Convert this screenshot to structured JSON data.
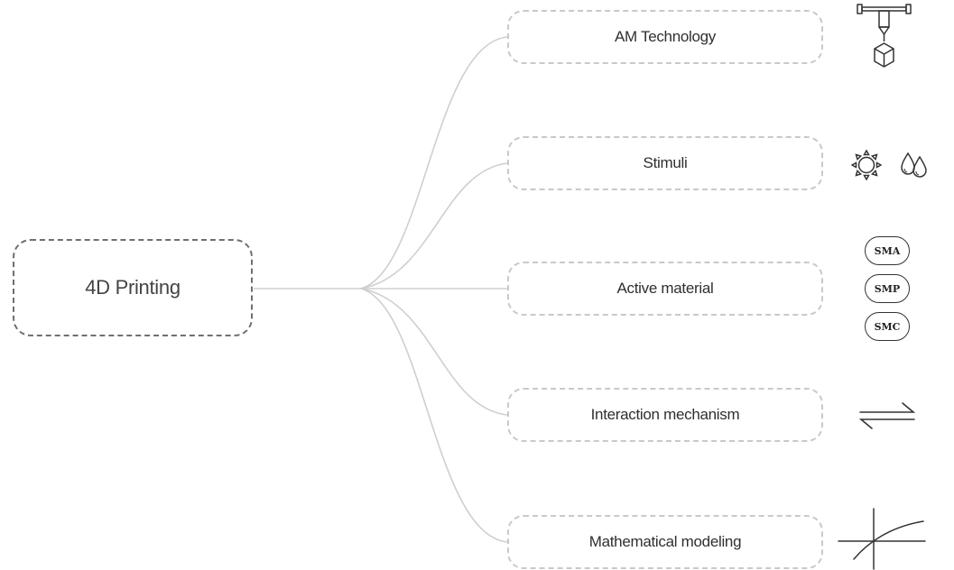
{
  "root": {
    "label": "4D Printing"
  },
  "branches": [
    {
      "label": "AM Technology",
      "icon": "3d-printer-nozzle-icon"
    },
    {
      "label": "Stimuli",
      "icons": [
        "sun-icon",
        "water-drops-icon"
      ]
    },
    {
      "label": "Active material",
      "icon_labels": [
        "SMA",
        "SMP",
        "SMC"
      ]
    },
    {
      "label": "Interaction mechanism",
      "icon": "equilibrium-arrows-icon"
    },
    {
      "label": "Mathematical modeling",
      "icon": "graph-curve-icon"
    }
  ],
  "colors": {
    "root_border": "#6f6f6f",
    "branch_border": "#c9c9c9",
    "connector": "#cfcfcf",
    "icon": "#333333"
  }
}
